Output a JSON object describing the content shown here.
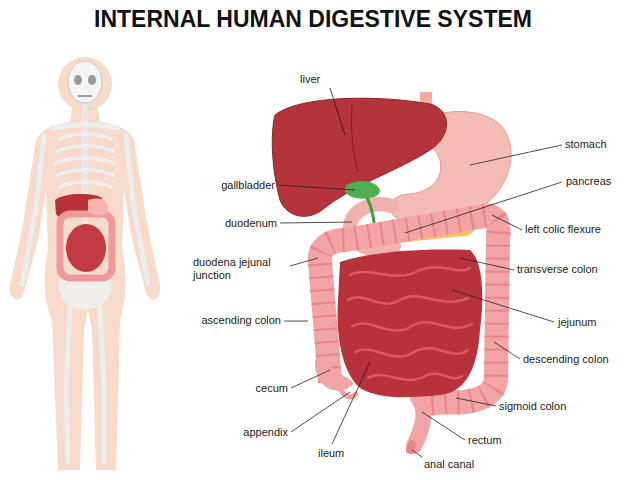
{
  "diagram": {
    "title": "INTERNAL HUMAN DIGESTIVE SYSTEM",
    "labels": [
      "liver",
      "stomach",
      "gallbladder",
      "pancreas",
      "duodenum",
      "left colic flexure",
      "duodena jejunal junction",
      "transverse colon",
      "ascending colon",
      "jejunum",
      "descending colon",
      "cecum",
      "sigmoid colon",
      "appendix",
      "rectum",
      "ileum",
      "anal canal"
    ]
  }
}
